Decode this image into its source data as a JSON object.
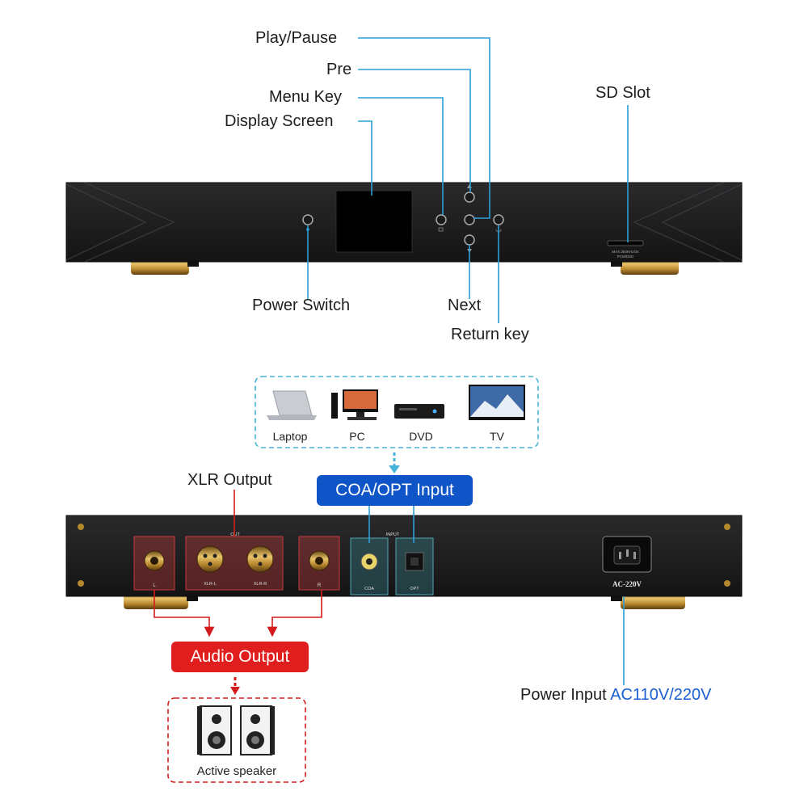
{
  "front_labels": {
    "play_pause": "Play/Pause",
    "pre": "Pre",
    "menu_key": "Menu Key",
    "display_screen": "Display Screen",
    "sd_slot": "SD Slot",
    "power_switch": "Power Switch",
    "next": "Next",
    "return_key": "Return key"
  },
  "sources": {
    "items": [
      "Laptop",
      "PC",
      "DVD",
      "TV"
    ]
  },
  "rear_labels": {
    "xlr_output": "XLR Output",
    "coa_opt_input": "COA/OPT Input",
    "audio_output": "Audio Output",
    "active_speaker": "Active speaker",
    "power_input": "Power Input",
    "power_input_value": "AC110V/220V"
  },
  "panel_marks": {
    "sd_text_1": "MAX:384KHz/24",
    "sd_text_2": "PCM/DSD",
    "out": "OUT",
    "input": "INPUT",
    "xlr_l": "XLR-L",
    "xlr_r": "XLR-R",
    "coa": "COA",
    "opt": "OPT",
    "left": "L",
    "right": "R",
    "ac": "AC-220V"
  },
  "colors": {
    "callout_blue": "#2a9fd8",
    "callout_red": "#d41c1c",
    "pill_blue": "#0f55c8",
    "pill_red": "#e01e1e",
    "chassis": "#1c1c1e",
    "gold": "#c99a3a"
  }
}
